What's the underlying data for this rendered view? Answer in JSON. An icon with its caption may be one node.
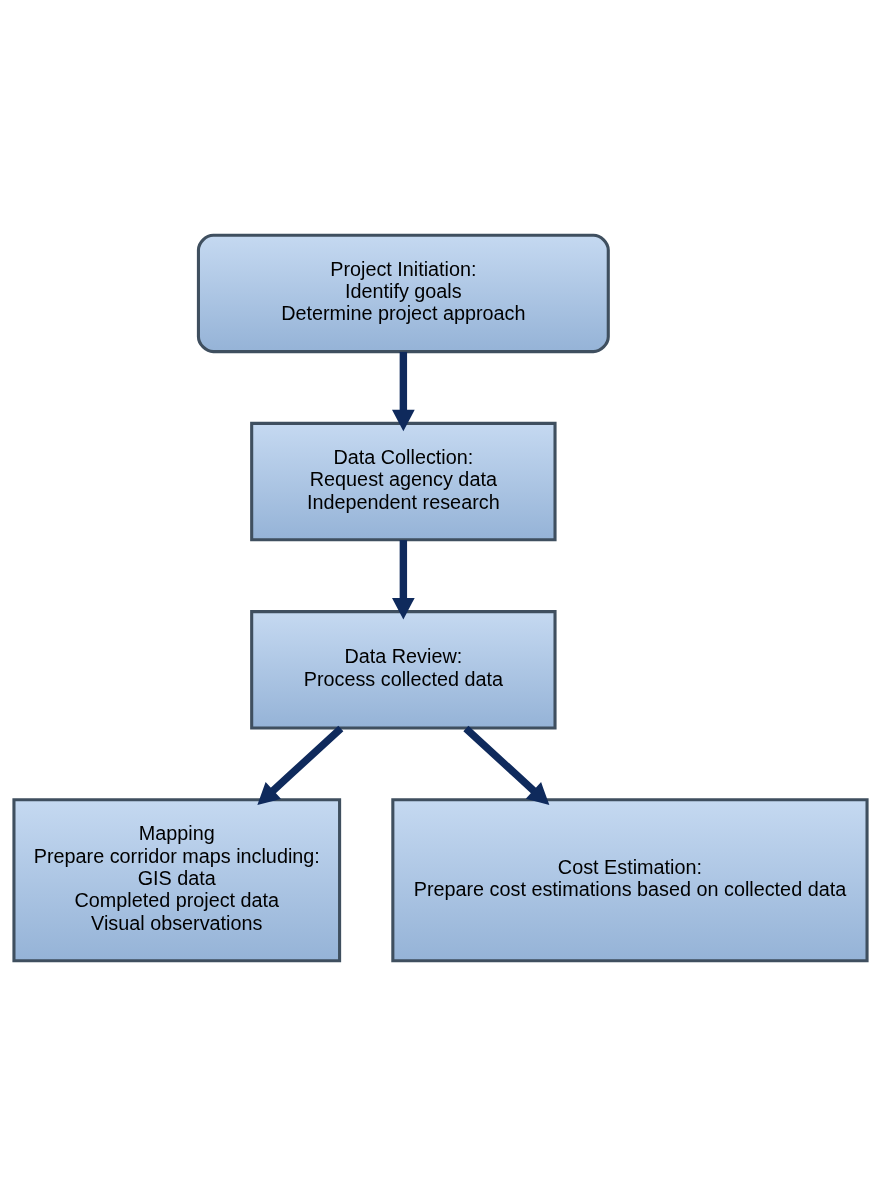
{
  "diagram": {
    "nodes": [
      {
        "text": [
          "Project Initiation:",
          "Identify goals",
          "Determine project approach"
        ]
      },
      {
        "text": [
          "Data Collection:",
          "Request agency data",
          "Independent research"
        ]
      },
      {
        "text": [
          "Data Review:",
          "Process collected data"
        ]
      },
      {
        "text": [
          "Mapping",
          "Prepare corridor maps including:",
          "GIS data",
          "Completed project data",
          "Visual observations"
        ]
      },
      {
        "text": [
          "Cost Estimation:",
          "Prepare cost estimations based on collected data"
        ]
      }
    ],
    "edges": [
      {
        "from": 0,
        "to": 1,
        "arrow": "to"
      },
      {
        "from": 1,
        "to": 2,
        "arrow": "to"
      },
      {
        "from": 2,
        "to": 3,
        "arrow": "to"
      },
      {
        "from": 2,
        "to": 4,
        "arrow": "to"
      }
    ]
  }
}
